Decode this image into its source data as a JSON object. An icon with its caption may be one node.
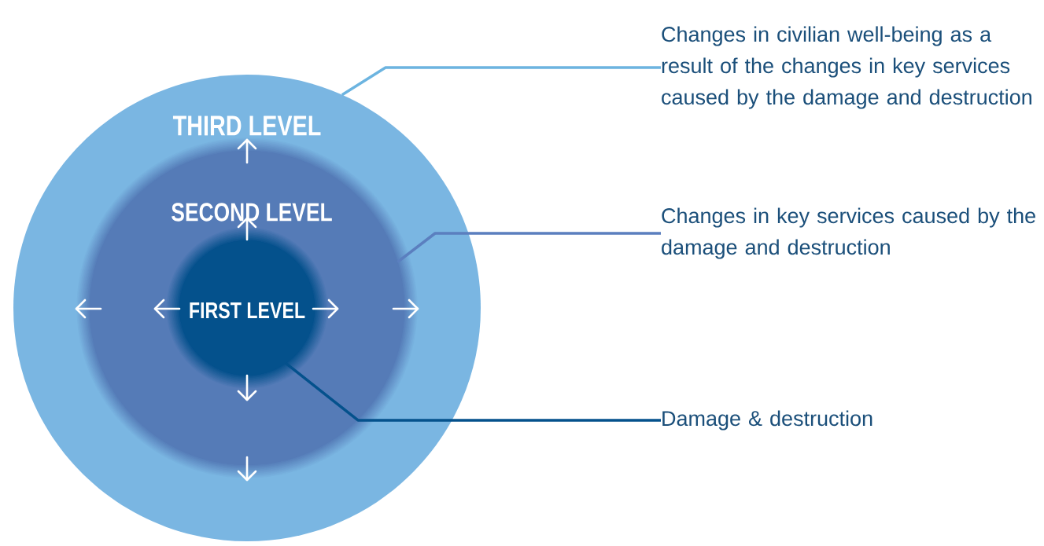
{
  "diagram": {
    "nodes": [
      {
        "text": [
          "THIRD LEVEL"
        ]
      },
      {
        "text": [
          "SECOND LEVEL"
        ],
        "in": 0
      },
      {
        "text": [
          "FIRST LEVEL"
        ],
        "in": 1
      },
      {
        "text": [
          "Changes in civilian well-being as a result of the changes in key services caused by the damage and destruction"
        ]
      },
      {
        "text": [
          "Changes in key services caused by the damage and destruction"
        ]
      },
      {
        "text": [
          "Damage & destruction"
        ]
      }
    ],
    "edges": [
      {
        "from": 3,
        "to": 0,
        "arrow": "none",
        "color": "#6cb4e0"
      },
      {
        "from": 4,
        "to": 1,
        "arrow": "none",
        "color": "#5b7fbf"
      },
      {
        "from": 5,
        "to": 2,
        "arrow": "none",
        "color": "#04518c"
      }
    ]
  }
}
